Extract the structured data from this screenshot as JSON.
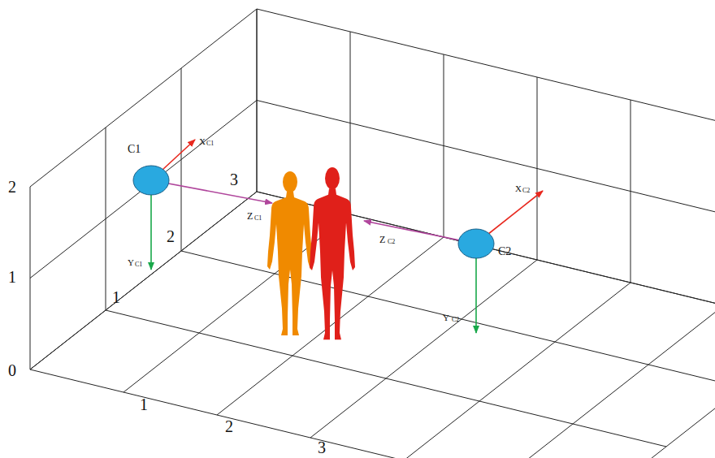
{
  "diagram": {
    "nodes": [
      {
        "text": [
          "C1"
        ]
      },
      {
        "text": [
          "C2"
        ]
      }
    ],
    "labels": [
      "2",
      "1",
      "0",
      "3",
      "2",
      "1",
      "1",
      "2",
      "3",
      "X",
      "C1",
      "Y",
      "C1",
      "Z",
      "C1",
      "X",
      "C2",
      "Y",
      "C2",
      "Z",
      "C2"
    ]
  }
}
